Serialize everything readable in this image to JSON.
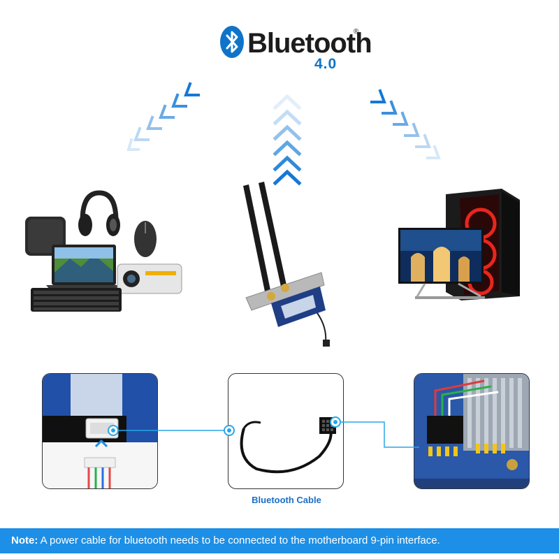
{
  "header": {
    "brand_word": "Bluetooth",
    "brand_reg": "®",
    "version": "4.0"
  },
  "icons": {
    "left_arrows": "chevron-down-left-icon",
    "center_arrows": "chevron-up-icon",
    "right_arrows": "chevron-down-right-icon",
    "link_dot": "link-dot-icon"
  },
  "colors": {
    "brand_blue": "#0f74c9",
    "arrow_dark": "#1578d6",
    "arrow_light": "#cfe4f6",
    "note_bar": "#1d8fe6"
  },
  "cable_caption": "Bluetooth Cable",
  "note": {
    "label": "Note:",
    "text": "A power cable for bluetooth needs to be connected to the motherboard 9-pin interface."
  }
}
